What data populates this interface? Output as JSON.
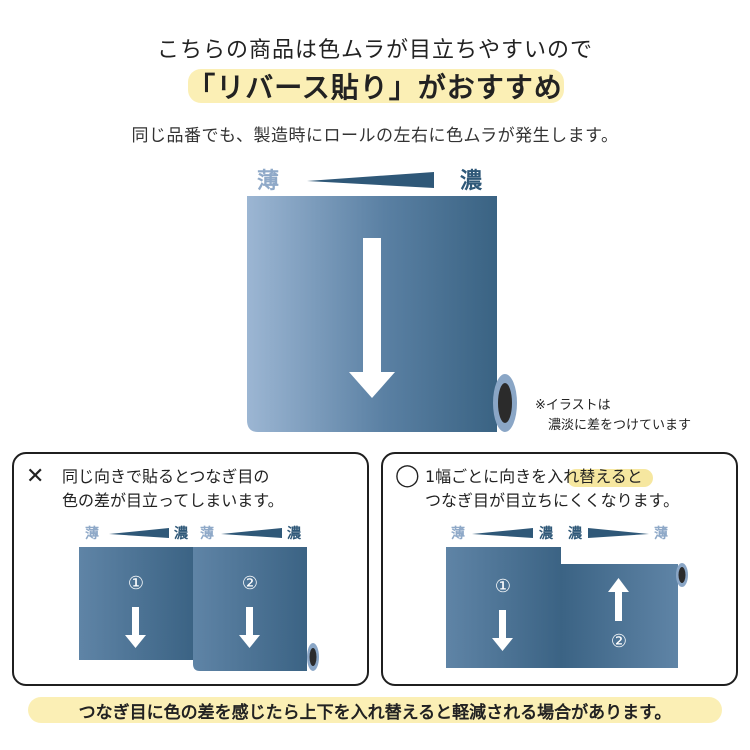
{
  "header": {
    "line1": "こちらの商品は色ムラが目立ちやすいので",
    "line2": "「リバース貼り」がおすすめ",
    "subtitle": "同じ品番でも、製造時にロールの左右に色ムラが発生します。"
  },
  "main_illustration": {
    "label_light": "薄",
    "label_dark": "濃",
    "note_line1": "※イラストは",
    "note_line2": "濃淡に差をつけています"
  },
  "left_panel": {
    "marker": "✕",
    "line1": "同じ向きで貼るとつなぎ目の",
    "line2": "色の差が目立ってしまいます。",
    "roll1": {
      "label_light": "薄",
      "label_dark": "濃",
      "number": "①"
    },
    "roll2": {
      "label_light": "薄",
      "label_dark": "濃",
      "number": "②"
    }
  },
  "right_panel": {
    "marker": "◯",
    "line1_prefix": "1幅ごとに向きを",
    "line1_highlight": "入れ替える",
    "line1_suffix": "と",
    "line2": "つなぎ目が目立ちにくくなります。",
    "roll1": {
      "label_light": "薄",
      "label_dark": "濃",
      "number": "①"
    },
    "roll2": {
      "label_light": "薄",
      "label_dark": "濃",
      "number": "②"
    }
  },
  "footer": {
    "caption": "つなぎ目に色の差を感じたら上下を入れ替えると軽減される場合があります。"
  },
  "colors": {
    "light_blue": "#9cb6d3",
    "dark_blue": "#3f6889",
    "label_light": "#8fa9c8",
    "label_dark": "#2f5878",
    "highlight": "#fbefb5"
  }
}
